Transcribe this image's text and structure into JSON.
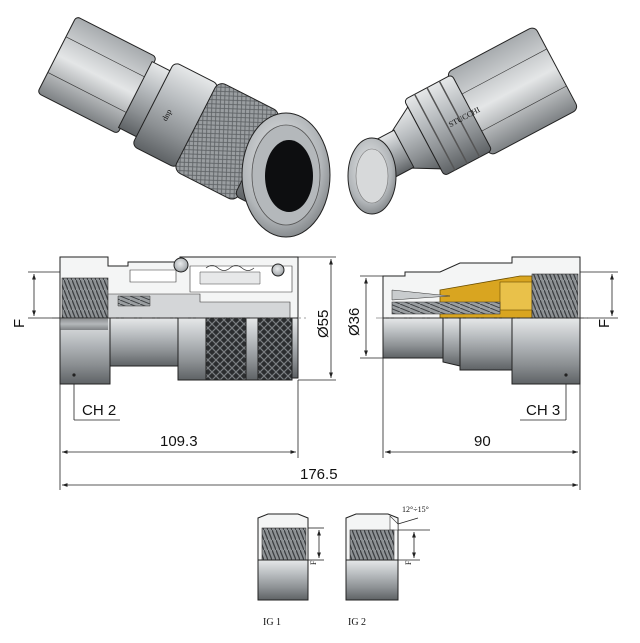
{
  "dimensions": {
    "f_left": "F",
    "dia_55": "Ø55",
    "dia_36": "Ø36",
    "f_right": "F",
    "ch2": "CH 2",
    "ch3": "CH 3",
    "len_coupler": "109.3",
    "len_nipple": "90",
    "len_total": "176.5"
  },
  "thread_details": {
    "ig1_label": "IG 1",
    "ig2_label": "IG 2",
    "f_ig1": "F",
    "f_ig2": "F",
    "angle": "12°÷15°"
  },
  "product_text": {
    "coupler_engraving": "dnp",
    "nipple_engraving": "STUCCHI"
  },
  "colors": {
    "steel_light": "#c9ccce",
    "steel_mid": "#9ea2a5",
    "steel_dark": "#5e6265",
    "knurl": "#2b2d2f",
    "brass": "#d9a520",
    "bore": "#0d0e10"
  }
}
